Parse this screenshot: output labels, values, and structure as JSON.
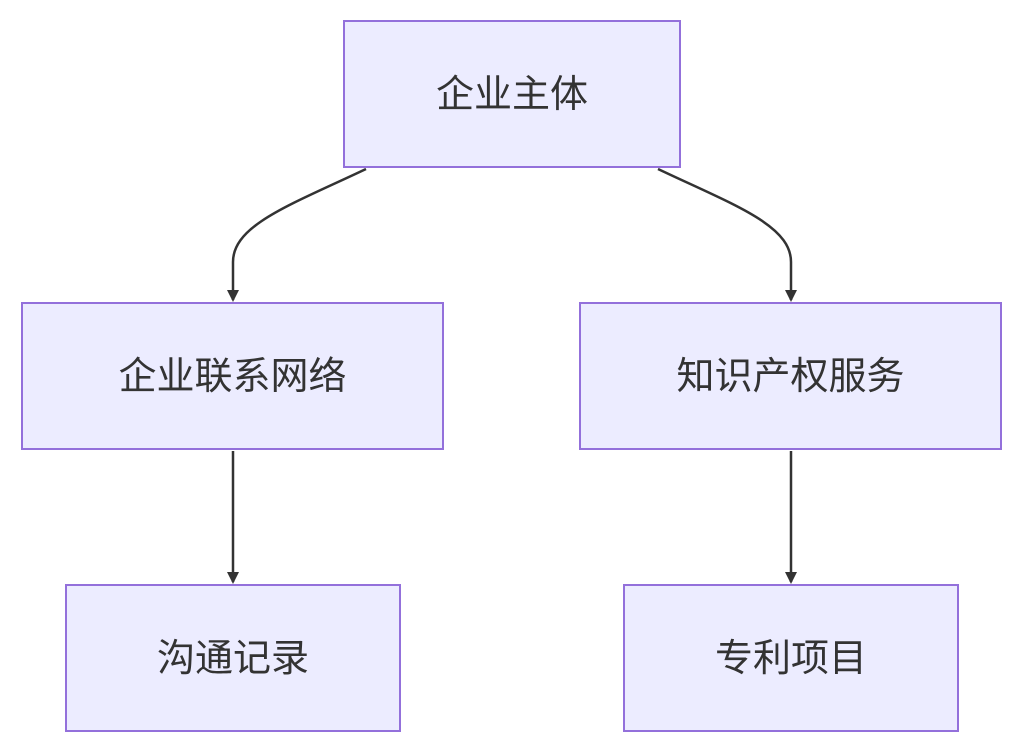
{
  "diagram": {
    "type": "flowchart",
    "direction": "top-down",
    "nodes": [
      {
        "id": "root",
        "label": "企业主体"
      },
      {
        "id": "left",
        "label": "企业联系网络"
      },
      {
        "id": "right",
        "label": "知识产权服务"
      },
      {
        "id": "ll",
        "label": "沟通记录"
      },
      {
        "id": "rr",
        "label": "专利项目"
      }
    ],
    "edges": [
      {
        "from": "root",
        "to": "left"
      },
      {
        "from": "root",
        "to": "right"
      },
      {
        "from": "left",
        "to": "ll"
      },
      {
        "from": "right",
        "to": "rr"
      }
    ],
    "colors": {
      "node_fill": "#ececff",
      "node_border": "#9370db",
      "edge": "#333333",
      "text": "#333333"
    }
  }
}
